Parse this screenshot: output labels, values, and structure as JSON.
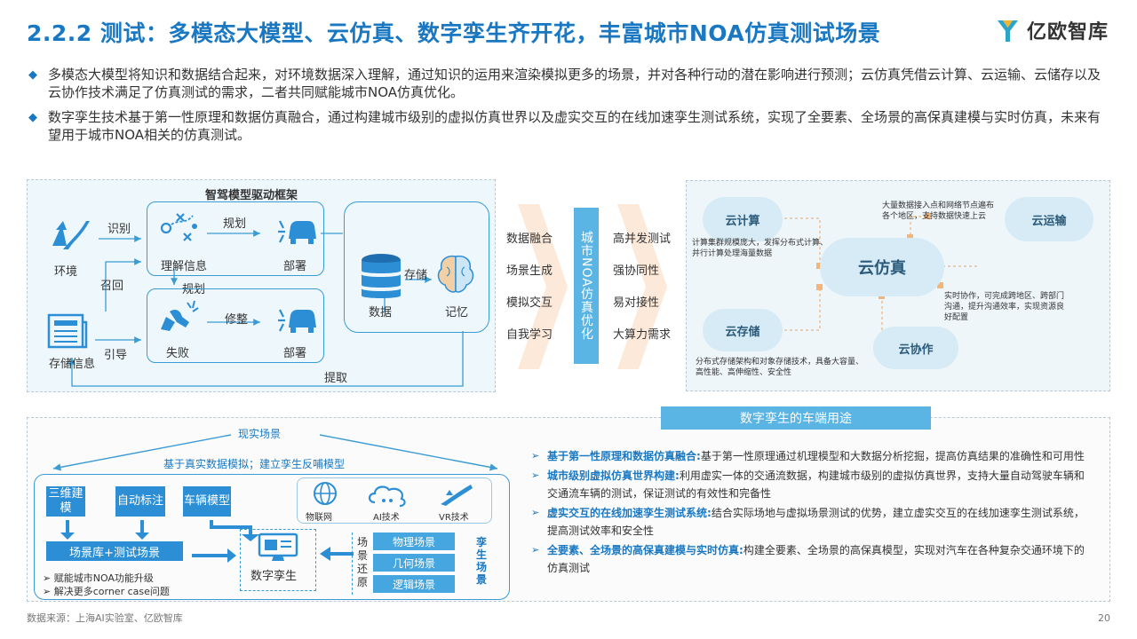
{
  "header": {
    "title": "2.2.2 测试：多模态大模型、云仿真、数字孪生齐开花，丰富城市NOA仿真测试场景",
    "logo_text": "亿欧智库"
  },
  "bullets": [
    "多模态大模型将知识和数据结合起来，对环境数据深入理解，通过知识的运用来渲染模拟更多的场景，并对各种行动的潜在影响进行预测；云仿真凭借云计算、云运输、云储存以及云协作技术满足了仿真测试的需求，二者共同赋能城市NOA仿真优化。",
    "数字孪生技术基于第一性原理和数据仿真融合，通过构建城市级别的虚拟仿真世界以及虚实交互的在线加速孪生测试系统，实现了全要素、全场景的高保真建模与实时仿真，未来有望用于城市NOA相关的仿真测试。"
  ],
  "left_diagram": {
    "title": "智驾模型驱动框架",
    "env": "环境",
    "identify": "识别",
    "understand": "理解信息",
    "plan1": "规划",
    "deploy1": "部署",
    "recall": "召回",
    "plan2": "规划",
    "fail": "失败",
    "refine": "修整",
    "deploy2": "部署",
    "data": "数据",
    "store": "存储",
    "memory": "记忆",
    "storage_info": "存储信息",
    "guide": "引导",
    "extract": "提取"
  },
  "middle": {
    "left_items": [
      "数据融合",
      "场景生成",
      "模拟交互",
      "自我学习"
    ],
    "bar": "城市NOA仿真优化",
    "right_items": [
      "高并发测试",
      "强协同性",
      "易对接性",
      "大算力需求"
    ]
  },
  "cloud_diagram": {
    "center": "云仿真",
    "compute": "云计算",
    "transport": "云运输",
    "storage": "云存储",
    "collab": "云协作",
    "compute_desc": "计算集群规模庞大，发挥分布式计算、并行计算处理海量数据",
    "transport_desc": "大量数据接入点和网络节点遍布各个地区，支持数据快速上云",
    "collab_desc": "实时协作，可完成跨地区、跨部门沟通，提升沟通效率，实现资源良好配置",
    "storage_desc": "分布式存储架构和对象存储技术，具备大容量、高性能、高伸缩性、安全性"
  },
  "twin": {
    "real_scene": "现实场景",
    "subtitle": "基于真实数据模拟；建立孪生反哺模型",
    "box1": "三维建模",
    "box2": "自动标注",
    "box3": "车辆模型",
    "icons": [
      "物联网",
      "AI技术",
      "VR技术"
    ],
    "lib": "场景库+测试场景",
    "center": "数字孪生",
    "restore": "场景还原",
    "scenes": [
      "物理场景",
      "几何场景",
      "逻辑场景"
    ],
    "twin_scene": "孪生场景",
    "notes": [
      "赋能城市NOA功能升级",
      "解决更多corner case问题"
    ]
  },
  "ds_usage": {
    "header": "数字孪生的车端用途",
    "items": [
      {
        "k": "基于第一性原理和数据仿真融合:",
        "v": "基于第一性原理通过机理模型和大数据分析挖掘，提高仿真结果的准确性和可用性"
      },
      {
        "k": "城市级别虚拟仿真世界构建:",
        "v": "利用虚实一体的交通流数据，构建城市级别的虚拟仿真世界，支持大量自动驾驶车辆和交通流车辆的测试，保证测试的有效性和完备性"
      },
      {
        "k": "虚实交互的在线加速孪生测试系统:",
        "v": "结合实际场地与虚拟场景测试的优势，建立虚实交互的在线加速孪生测试系统，提高测试效率和安全性"
      },
      {
        "k": "全要素、全场景的高保真建模与实时仿真:",
        "v": "构建全要素、全场景的高保真模型，实现对汽车在各种复杂交通环境下的仿真测试"
      }
    ]
  },
  "footer": {
    "source": "数据来源：上海AI实验室、亿欧智库",
    "page": "20"
  },
  "colors": {
    "accent": "#1a78c2",
    "box": "#2c8fd6",
    "bar": "#5ab4e4"
  }
}
